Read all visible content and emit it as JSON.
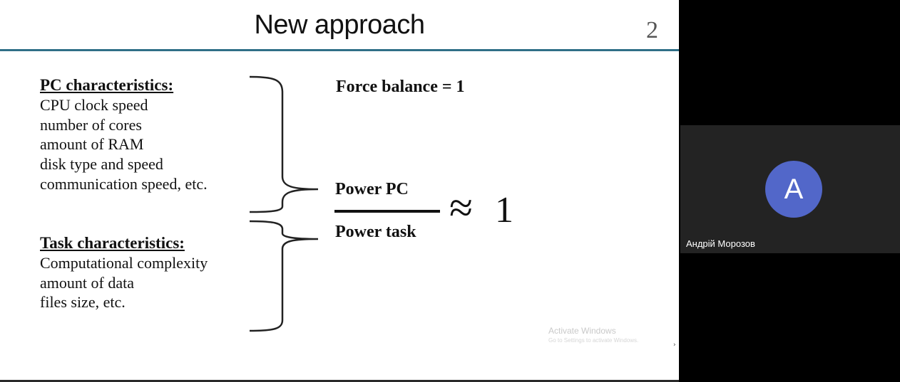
{
  "slide": {
    "title": "New approach",
    "number": "2",
    "pc_block": {
      "heading": "PC characteristics:",
      "items": [
        "CPU clock speed",
        "number of cores",
        "amount of RAM",
        "disk type and speed",
        "communication speed, etc."
      ]
    },
    "task_block": {
      "heading": "Task characteristics:",
      "items": [
        "Computational complexity",
        "amount of data",
        "files size, etc."
      ]
    },
    "formula": {
      "force_balance": "Force balance  = 1",
      "numerator": "Power PC",
      "denominator": "Power task",
      "approx": "≈",
      "approx_value": "1"
    },
    "watermark": {
      "title": "Activate Windows",
      "subtitle": "Go to Settings to activate Windows."
    },
    "colors": {
      "title_rule": "#2f6f87"
    }
  },
  "participant": {
    "avatar_letter": "A",
    "name": "Андрій Морозов",
    "avatar_color": "#5267c9"
  }
}
